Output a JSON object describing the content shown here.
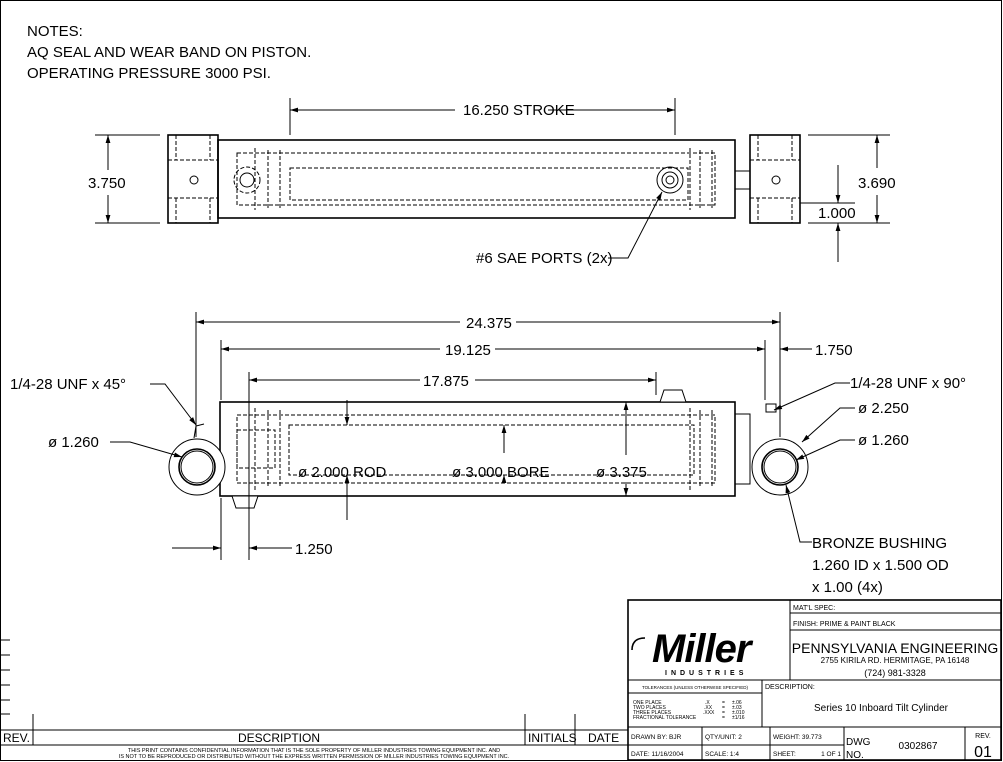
{
  "notes": {
    "heading": "NOTES:",
    "lines": [
      "AQ SEAL AND WEAR BAND ON PISTON.",
      "OPERATING PRESSURE 3000 PSI."
    ]
  },
  "top_view": {
    "stroke": "16.250 STROKE",
    "height_left": "3.750",
    "height_right": "3.690",
    "offset_right": "1.000",
    "ports": "#6 SAE PORTS (2x)"
  },
  "side_view": {
    "overall": "24.375",
    "pin_to_pin": "19.125",
    "port_to_port": "17.875",
    "rod_end": "1.750",
    "port_offset": "1.250",
    "left_fitting": "1/4-28 UNF x 45°",
    "left_pin": "ø 1.260",
    "right_fitting": "1/4-28 UNF x 90°",
    "right_od": "ø 2.250",
    "right_pin": "ø 1.260",
    "rod": "ø 2.000 ROD",
    "bore": "ø 3.000 BORE",
    "barrel_od": "ø 3.375",
    "bushing": [
      "BRONZE BUSHING",
      "1.260 ID x 1.500 OD",
      "x 1.00 (4x)"
    ]
  },
  "revision_block": {
    "rev": "REV.",
    "description": "DESCRIPTION",
    "initials": "INITIALS",
    "date": "DATE",
    "confidential": [
      "THIS PRINT CONTAINS CONFIDENTIAL INFORMATION THAT IS THE SOLE PROPERTY OF MILLER INDUSTRIES TOWING EQUIPMENT INC. AND",
      "IS NOT TO BE REPRODUCED OR DISTRIBUTED WITHOUT THE EXPRESS WRITTEN PERMISSION OF MILLER INDUSTRIES TOWING EQUIPMENT INC."
    ]
  },
  "title_block": {
    "logo": {
      "name": "Miller",
      "sub": "INDUSTRIES"
    },
    "matl_spec": "MAT'L SPEC:",
    "finish": "FINISH:  PRIME & PAINT BLACK",
    "company": "PENNSYLVANIA ENGINEERING",
    "address": "2755 KIRILA RD.    HERMITAGE, PA  16148",
    "phone": "(724) 981-3328",
    "tolerances_header": "TOLERANCES (UNLESS OTHERWISE SPECIFIED)",
    "tolerances": [
      {
        "label": "ONE PLACE",
        "fmt": ".X",
        "eq": "=",
        "val": "±.06"
      },
      {
        "label": "TWO PLACES",
        "fmt": ".XX",
        "eq": "=",
        "val": "±.03"
      },
      {
        "label": "THREE PLACES",
        "fmt": ".XXX",
        "eq": "=",
        "val": "±.010"
      },
      {
        "label": "FRACTIONAL TOLERANCE",
        "fmt": "",
        "eq": "=",
        "val": "±1/16"
      }
    ],
    "description_label": "DESCRIPTION:",
    "description": "Series 10 Inboard Tilt Cylinder",
    "drawn_by": "DRAWN BY:   BJR",
    "date": "DATE:  11/16/2004",
    "qty": "QTY/UNIT:  2",
    "scale": "SCALE:   1:4",
    "weight": "WEIGHT:  39.773",
    "sheet_label": "SHEET:",
    "sheet": "1 OF 1",
    "dwg_label_1": "DWG",
    "dwg_label_2": "NO.",
    "dwg_no": "0302867",
    "rev_label": "REV.",
    "rev": "01"
  }
}
